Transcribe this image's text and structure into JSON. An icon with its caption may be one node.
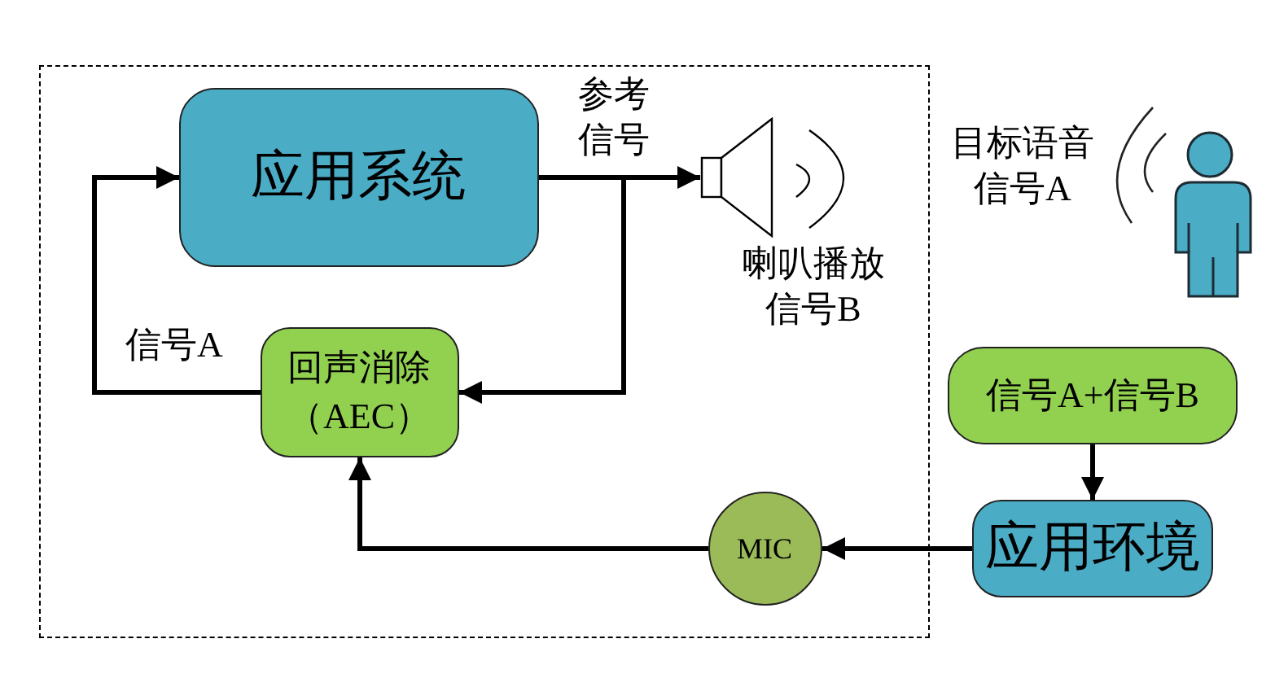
{
  "diagram": {
    "nodes": [
      {
        "text": [],
        "shape": "box"
      },
      {
        "text": [
          "应用系统"
        ],
        "in": 0
      },
      {
        "text": [],
        "shape": "speaker",
        "in": 0,
        "beside": [
          "喇叭播放信号B"
        ]
      },
      {
        "text": [
          "回声消除（AEC）"
        ],
        "in": 0
      },
      {
        "text": [
          "MIC"
        ],
        "in": 0
      },
      {
        "text": [
          "信号A+信号B"
        ]
      },
      {
        "text": [
          "应用环境"
        ]
      }
    ],
    "edges": [
      {
        "from": 1,
        "to": 2,
        "arrow": "to",
        "label": "参考信号"
      },
      {
        "from": 1,
        "to": 3,
        "arrow": "to"
      },
      {
        "from": 3,
        "to": 1,
        "arrow": "to",
        "label": "信号A"
      },
      {
        "from": 4,
        "to": 3,
        "arrow": "to"
      },
      {
        "from": 6,
        "to": 4,
        "arrow": "to"
      },
      {
        "from": 5,
        "to": 6,
        "arrow": "to"
      }
    ],
    "labels": [
      "目标语音信号A"
    ]
  }
}
